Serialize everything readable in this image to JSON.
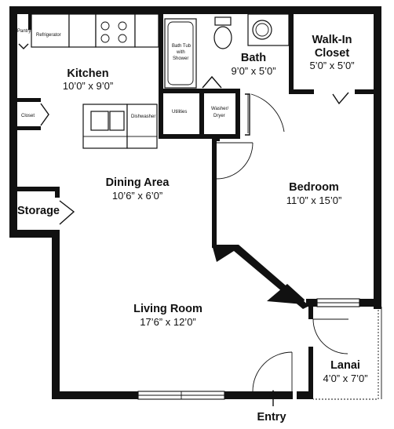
{
  "rooms": {
    "kitchen": {
      "name": "Kitchen",
      "dims": "10’0” x 9’0”"
    },
    "bath": {
      "name": "Bath",
      "dims": "9’0” x 5’0”"
    },
    "walk_in_closet": {
      "name_line1": "Walk-In",
      "name_line2": "Closet",
      "dims": "5’0” x 5’0”"
    },
    "dining": {
      "name": "Dining Area",
      "dims": "10’6” x 6’0”"
    },
    "bedroom": {
      "name": "Bedroom",
      "dims": "11’0” x 15’0”"
    },
    "storage": {
      "name": "Storage"
    },
    "living": {
      "name": "Living Room",
      "dims": "17’6” x 12’0”"
    },
    "lanai": {
      "name": "Lanai",
      "dims": "4’0” x 7’0”"
    }
  },
  "labels": {
    "pantry": "Pantry",
    "refrigerator": "Refrigerator",
    "closet": "Closet",
    "dishwasher": "Dishwasher",
    "utilities": "Utilities",
    "washer_line1": "Washer/",
    "washer_line2": "Dryer",
    "tub_line1": "Bath Tub",
    "tub_line2": "with",
    "tub_line3": "Shower",
    "entry": "Entry"
  }
}
